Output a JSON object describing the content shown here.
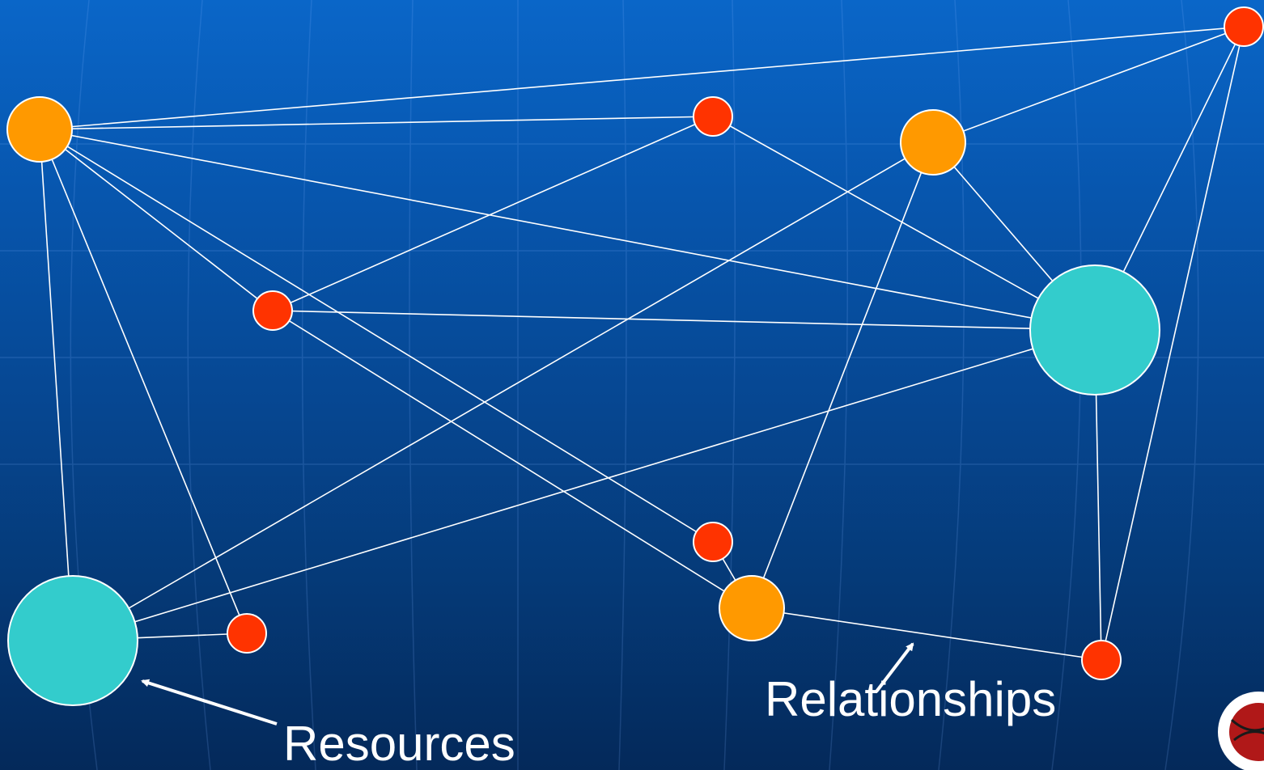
{
  "labels": {
    "resources": "Resources",
    "relationships": "Relationships"
  },
  "colors": {
    "resource_node": "#33cccc",
    "orange_node": "#ff9900",
    "red_node": "#ff3300",
    "edge": "#ffffff",
    "background_top": "#0a66c8",
    "background_bottom": "#04295a"
  },
  "nodes": [
    {
      "id": "o1",
      "kind": "orange"
    },
    {
      "id": "r1",
      "kind": "red"
    },
    {
      "id": "o2",
      "kind": "orange"
    },
    {
      "id": "r2",
      "kind": "red"
    },
    {
      "id": "r3",
      "kind": "red"
    },
    {
      "id": "c1",
      "kind": "resource"
    },
    {
      "id": "r4",
      "kind": "red"
    },
    {
      "id": "o3",
      "kind": "orange"
    },
    {
      "id": "c2",
      "kind": "resource"
    },
    {
      "id": "r5",
      "kind": "red"
    },
    {
      "id": "r6",
      "kind": "red"
    }
  ],
  "edges": [
    [
      "o1",
      "r2"
    ],
    [
      "o1",
      "r1"
    ],
    [
      "o1",
      "c1"
    ],
    [
      "o1",
      "r3"
    ],
    [
      "o1",
      "r4"
    ],
    [
      "o1",
      "c2"
    ],
    [
      "o1",
      "r5"
    ],
    [
      "r1",
      "r3"
    ],
    [
      "r1",
      "c1"
    ],
    [
      "o2",
      "r2"
    ],
    [
      "o2",
      "c1"
    ],
    [
      "o2",
      "c2"
    ],
    [
      "o2",
      "o3"
    ],
    [
      "r2",
      "c1"
    ],
    [
      "r2",
      "r6"
    ],
    [
      "r3",
      "c1"
    ],
    [
      "r3",
      "o3"
    ],
    [
      "c1",
      "c2"
    ],
    [
      "c1",
      "r6"
    ],
    [
      "r4",
      "o3"
    ],
    [
      "o3",
      "r6"
    ],
    [
      "c2",
      "r5"
    ]
  ]
}
